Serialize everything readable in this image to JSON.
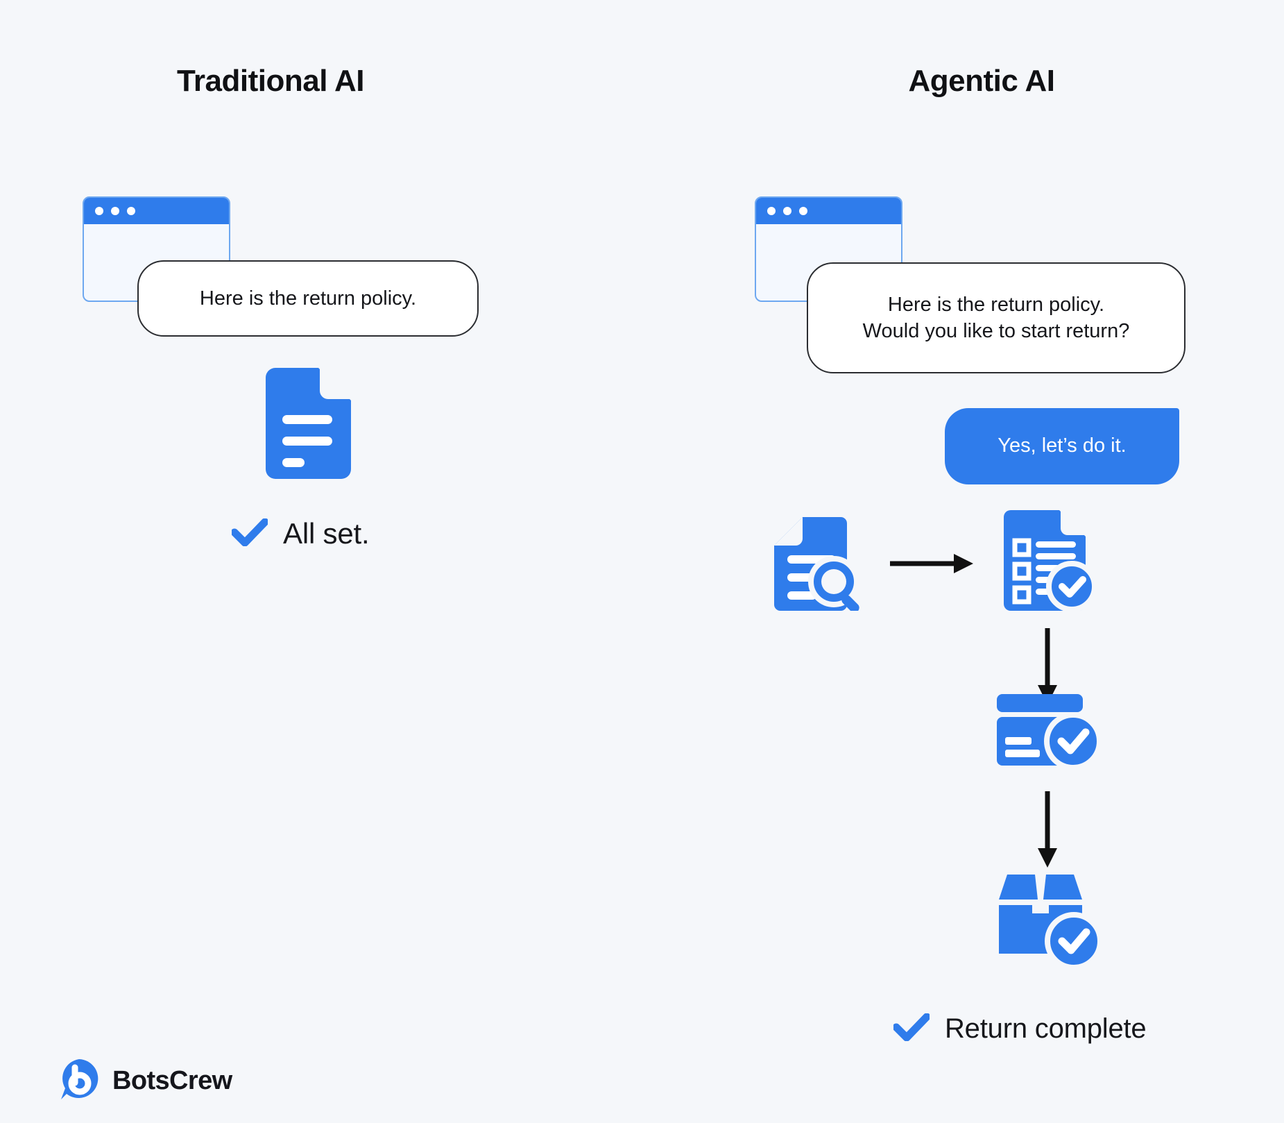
{
  "canvas": {
    "background": "#f5f7fa",
    "accent_blue": "#2f7ceb",
    "ink": "#15161a"
  },
  "columns": {
    "left": {
      "title": "Traditional AI",
      "bot_message": "Here is the return policy.",
      "status": "All set.",
      "icons": [
        "document-icon",
        "check-icon",
        "browser-window-icon"
      ]
    },
    "right": {
      "title": "Agentic AI",
      "bot_message_line1": "Here is the return policy.",
      "bot_message_line2": "Would you like to start return?",
      "user_message": "Yes, let’s do it.",
      "status": "Return complete",
      "icons": [
        "document-search-icon",
        "arrow-right-icon",
        "checklist-verified-icon",
        "arrow-down-icon",
        "credit-card-verified-icon",
        "arrow-down-icon",
        "package-box-verified-icon",
        "check-icon",
        "browser-window-icon"
      ]
    }
  },
  "brand": {
    "name": "BotsCrew",
    "mark_letter": "b"
  }
}
